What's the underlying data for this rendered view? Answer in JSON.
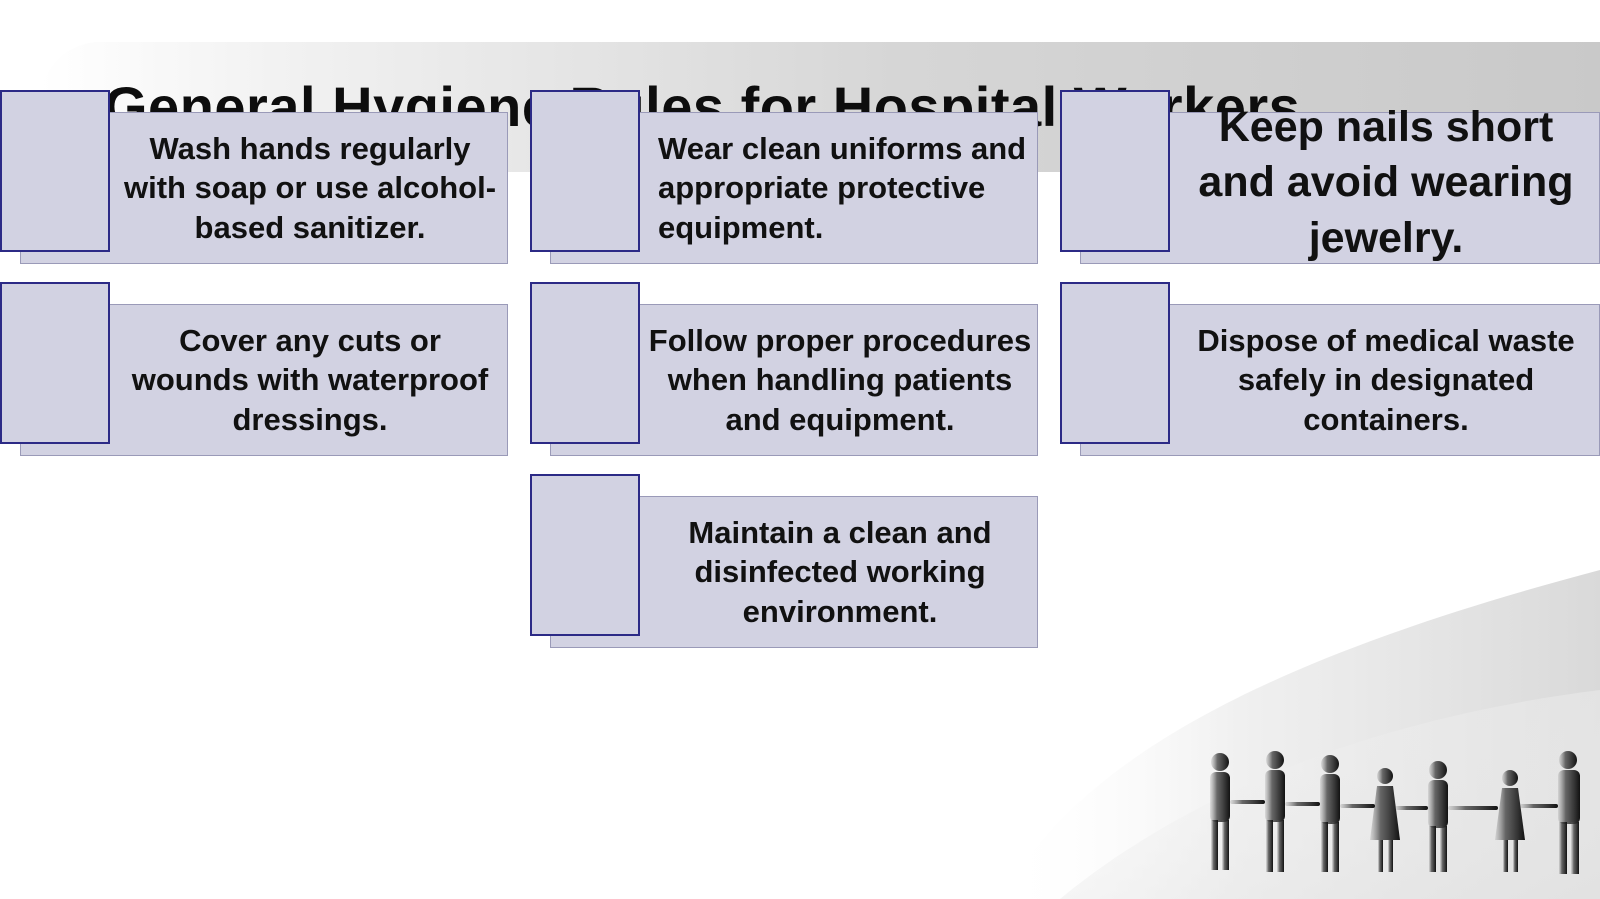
{
  "slide": {
    "title": "General Hygiene Rules for Hospital Workers",
    "colors": {
      "card_fill": "#d2d2e2",
      "tab_border": "#2c2a86",
      "text": "#111111",
      "header_band": "#cccccc"
    },
    "cards": [
      {
        "text": "Wash hands regularly with soap or use alcohol-based sanitizer."
      },
      {
        "text": "Wear clean uniforms and appropriate protective equipment."
      },
      {
        "text": "Keep nails short and avoid wearing jewelry."
      },
      {
        "text": "Cover any cuts or wounds with waterproof dressings."
      },
      {
        "text": "Follow proper procedures when handling patients and equipment."
      },
      {
        "text": "Dispose of medical waste safely in designated containers."
      },
      {
        "text": "Maintain a clean and disinfected working environment."
      }
    ],
    "decoration": {
      "background_image": "people-holding-hands-silhouette"
    }
  }
}
